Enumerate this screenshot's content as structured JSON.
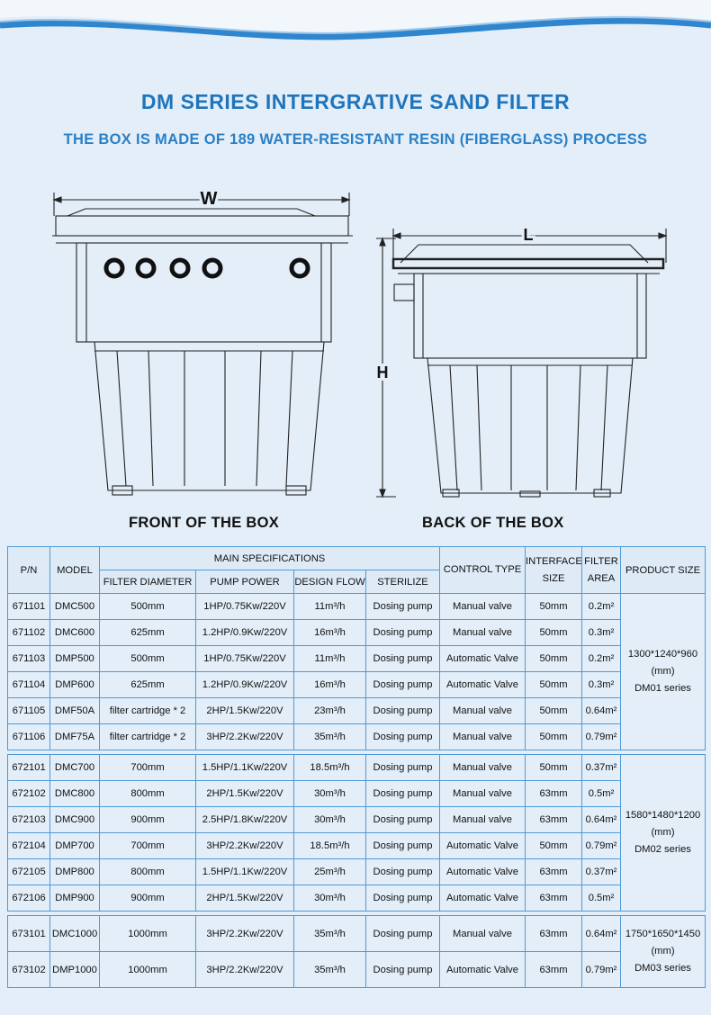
{
  "header": {
    "title": "DM SERIES INTERGRATIVE SAND FILTER",
    "subtitle": "THE BOX IS MADE OF 189 WATER-RESISTANT RESIN (FIBERGLASS) PROCESS"
  },
  "drawings": {
    "front": {
      "dim_label": "W",
      "caption": "FRONT OF THE BOX"
    },
    "back": {
      "dim_label_l": "L",
      "dim_label_h": "H",
      "caption": "BACK OF THE BOX"
    }
  },
  "table": {
    "headers": {
      "pn": "P/N",
      "model": "MODEL",
      "main_specs": "MAIN SPECIFICATIONS",
      "filter_diameter": "FILTER DIAMETER",
      "pump_power": "PUMP POWER",
      "design_flow": "DESIGN FLOW",
      "sterilize": "STERILIZE",
      "control_type": "CONTROL TYPE",
      "interface_size": "INTERFACE SIZE",
      "filter_area": "FILTER AREA",
      "product_size": "PRODUCT SIZE"
    },
    "flow_unit": "m³/h",
    "area_unit": "m²",
    "groups": [
      {
        "product_size": "1300*1240*960",
        "unit": "(mm)",
        "series": "DM01 series",
        "rows": [
          {
            "pn": "671101",
            "model": "DMC500",
            "diameter": "500mm",
            "power": "1HP/0.75Kw/220V",
            "flow": "11",
            "sterilize": "Dosing pump",
            "control": "Manual valve",
            "interface": "50mm",
            "area": "0.2"
          },
          {
            "pn": "671102",
            "model": "DMC600",
            "diameter": "625mm",
            "power": "1.2HP/0.9Kw/220V",
            "flow": "16",
            "sterilize": "Dosing pump",
            "control": "Manual valve",
            "interface": "50mm",
            "area": "0.3"
          },
          {
            "pn": "671103",
            "model": "DMP500",
            "diameter": "500mm",
            "power": "1HP/0.75Kw/220V",
            "flow": "11",
            "sterilize": "Dosing pump",
            "control": "Automatic Valve",
            "interface": "50mm",
            "area": "0.2"
          },
          {
            "pn": "671104",
            "model": "DMP600",
            "diameter": "625mm",
            "power": "1.2HP/0.9Kw/220V",
            "flow": "16",
            "sterilize": "Dosing pump",
            "control": "Automatic Valve",
            "interface": "50mm",
            "area": "0.3"
          },
          {
            "pn": "671105",
            "model": "DMF50A",
            "diameter": "filter cartridge * 2",
            "power": "2HP/1.5Kw/220V",
            "flow": "23",
            "sterilize": "Dosing pump",
            "control": "Manual valve",
            "interface": "50mm",
            "area": "0.64"
          },
          {
            "pn": "671106",
            "model": "DMF75A",
            "diameter": "filter cartridge * 2",
            "power": "3HP/2.2Kw/220V",
            "flow": "35",
            "sterilize": "Dosing pump",
            "control": "Manual valve",
            "interface": "50mm",
            "area": "0.79"
          }
        ]
      },
      {
        "product_size": "1580*1480*1200",
        "unit": "(mm)",
        "series": "DM02 series",
        "rows": [
          {
            "pn": "672101",
            "model": "DMC700",
            "diameter": "700mm",
            "power": "1.5HP/1.1Kw/220V",
            "flow": "18.5",
            "sterilize": "Dosing pump",
            "control": "Manual valve",
            "interface": "50mm",
            "area": "0.37"
          },
          {
            "pn": "672102",
            "model": "DMC800",
            "diameter": "800mm",
            "power": "2HP/1.5Kw/220V",
            "flow": "30",
            "sterilize": "Dosing pump",
            "control": "Manual valve",
            "interface": "63mm",
            "area": "0.5"
          },
          {
            "pn": "672103",
            "model": "DMC900",
            "diameter": "900mm",
            "power": "2.5HP/1.8Kw/220V",
            "flow": "30",
            "sterilize": "Dosing pump",
            "control": "Manual valve",
            "interface": "63mm",
            "area": "0.64"
          },
          {
            "pn": "672104",
            "model": "DMP700",
            "diameter": "700mm",
            "power": "3HP/2.2Kw/220V",
            "flow": "18.5",
            "sterilize": "Dosing pump",
            "control": "Automatic Valve",
            "interface": "50mm",
            "area": "0.79"
          },
          {
            "pn": "672105",
            "model": "DMP800",
            "diameter": "800mm",
            "power": "1.5HP/1.1Kw/220V",
            "flow": "25",
            "sterilize": "Dosing pump",
            "control": "Automatic Valve",
            "interface": "63mm",
            "area": "0.37"
          },
          {
            "pn": "672106",
            "model": "DMP900",
            "diameter": "900mm",
            "power": "2HP/1.5Kw/220V",
            "flow": "30",
            "sterilize": "Dosing pump",
            "control": "Automatic Valve",
            "interface": "63mm",
            "area": "0.5"
          }
        ]
      },
      {
        "product_size": "1750*1650*1450",
        "unit": "(mm)",
        "series": "DM03 series",
        "rows": [
          {
            "pn": "673101",
            "model": "DMC1000",
            "diameter": "1000mm",
            "power": "3HP/2.2Kw/220V",
            "flow": "35",
            "sterilize": "Dosing pump",
            "control": "Manual valve",
            "interface": "63mm",
            "area": "0.64"
          },
          {
            "pn": "673102",
            "model": "DMP1000",
            "diameter": "1000mm",
            "power": "3HP/2.2Kw/220V",
            "flow": "35",
            "sterilize": "Dosing pump",
            "control": "Automatic Valve",
            "interface": "63mm",
            "area": "0.79"
          }
        ]
      }
    ]
  },
  "colors": {
    "title": "#1f74bb",
    "wave": "#2f86cf",
    "border": "#4f9ad6",
    "background": "#e3eef9"
  }
}
